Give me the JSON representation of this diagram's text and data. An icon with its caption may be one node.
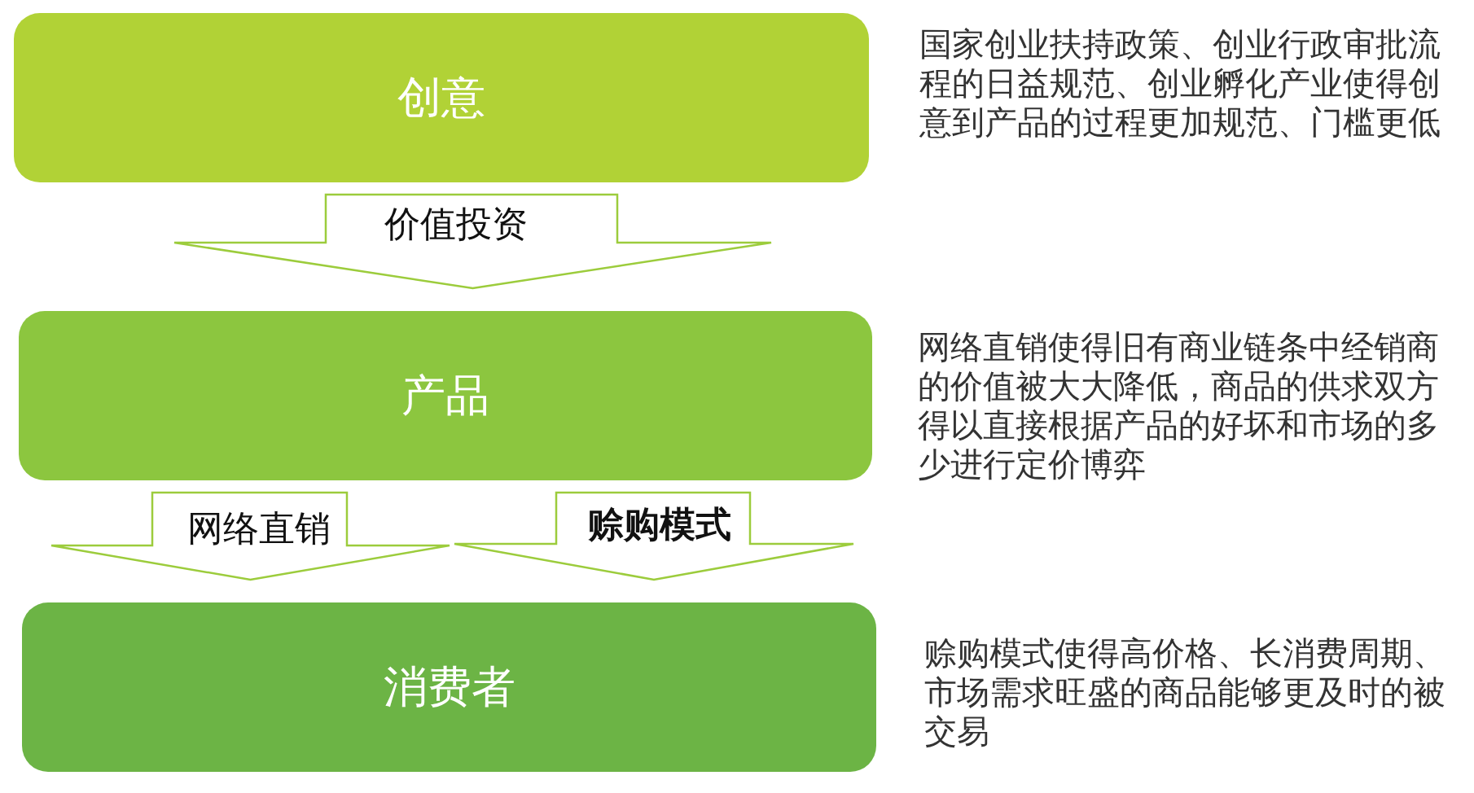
{
  "diagram": {
    "nodes": [
      {
        "text": [
          "创意"
        ],
        "beside": [
          "国家创业扶持政策、创业行政审批流程的日益规范、创业孵化产业使得创意到产品的过程更加规范、门槛更低"
        ]
      },
      {
        "text": [
          "产品"
        ],
        "beside": [
          "网络直销使得旧有商业链条中经销商的价值被大大降低，商品的供求双方得以直接根据产品的好坏和市场的多少进行定价博弈"
        ]
      },
      {
        "text": [
          "消费者"
        ],
        "beside": [
          "赊购模式使得高价格、长消费周期、市场需求旺盛的商品能够更及时的被交易"
        ]
      }
    ],
    "edges": [
      {
        "from": 0,
        "to": 1,
        "arrow": "to",
        "label": "价值投资"
      },
      {
        "from": 1,
        "to": 2,
        "arrow": "to",
        "label": "网络直销"
      },
      {
        "from": 1,
        "to": 2,
        "arrow": "to",
        "label": "赊购模式"
      }
    ]
  }
}
